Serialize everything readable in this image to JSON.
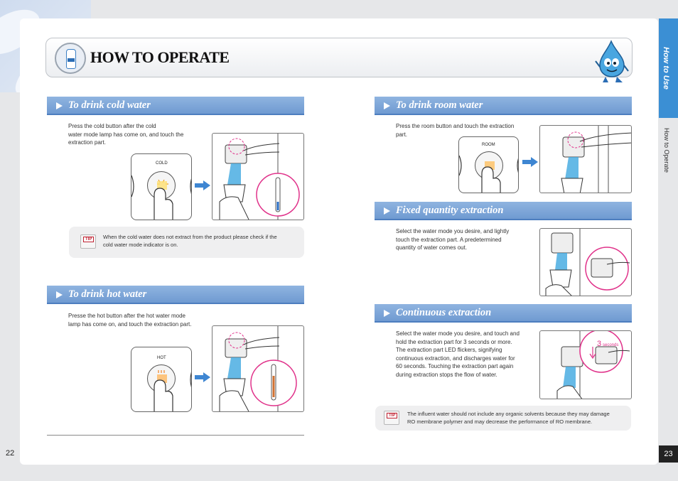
{
  "header": {
    "title": "HOW TO OPERATE"
  },
  "side_tab": {
    "section": "How to Use",
    "subsection": "How to Operate"
  },
  "page_numbers": {
    "left": "22",
    "right": "23"
  },
  "sections": {
    "cold": {
      "heading": "To drink cold water",
      "text_lines": [
        "Press the cold button after the cold",
        "water mode lamp has come on, and touch the",
        "extraction part."
      ],
      "button_label": "COLD",
      "tip_label": "TIP",
      "tip_lines": [
        "When the cold water does not extract from the product please check if the",
        "cold water mode indicator is on."
      ]
    },
    "hot": {
      "heading": "To drink hot water",
      "text_lines": [
        "Presse the hot button after the hot water mode",
        "lamp has come on, and touch the extraction part."
      ],
      "button_label": "HOT"
    },
    "room": {
      "heading": "To drink room water",
      "text_lines": [
        "Press the room button and touch the extraction",
        "part."
      ],
      "button_label": "ROOM"
    },
    "fixed": {
      "heading": "Fixed quantity extraction",
      "text_lines": [
        "Select the water mode you desire, and lightly",
        "touch the extraction part. A predetermined",
        "quantity of water comes out."
      ]
    },
    "continuous": {
      "heading": "Continuous extraction",
      "text_lines": [
        "Select the water mode you desire, and touch and",
        "hold the extraction part for 3 seconds or more.",
        "The extraction part LED flickers, signifying",
        "continuous extraction, and discharges water for",
        "60 seconds. Touching the extraction part again",
        "during extraction stops the flow of water."
      ],
      "seconds_number": "3",
      "seconds_word": "seconds",
      "tip_label": "TIP",
      "tip_lines": [
        "The influent water should not include any organic solvents because they may damage",
        "RO membrane polymer and may decrease the performance of RO membrane."
      ]
    }
  },
  "colors": {
    "accent": "#3b8fd4",
    "heading_bg": "#7fa6d8",
    "water": "#3ea7e0",
    "highlight": "#e0328a"
  }
}
